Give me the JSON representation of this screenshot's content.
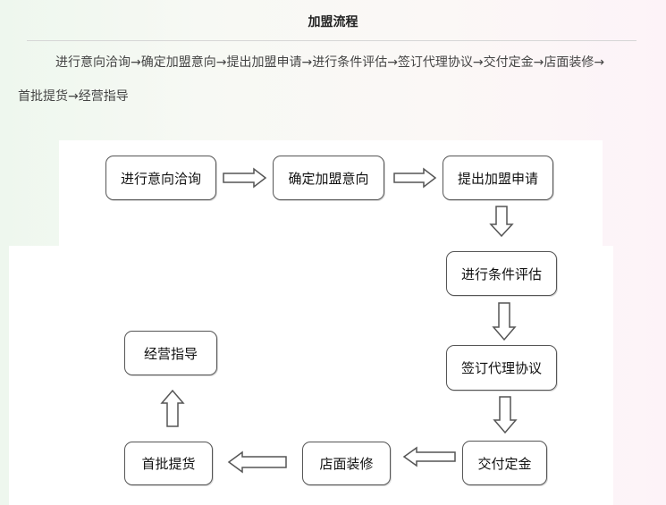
{
  "title": "加盟流程",
  "intro": {
    "line1": "进行意向洽询→确定加盟意向→提出加盟申请→进行条件评估→签订代理协议→交付定金→店面装修→",
    "line2": "首批提货→经营指导"
  },
  "flow": {
    "steps": [
      {
        "id": "inquiry",
        "label": "进行意向洽询"
      },
      {
        "id": "confirm",
        "label": "确定加盟意向"
      },
      {
        "id": "apply",
        "label": "提出加盟申请"
      },
      {
        "id": "evaluate",
        "label": "进行条件评估"
      },
      {
        "id": "agreement",
        "label": "签订代理协议"
      },
      {
        "id": "deposit",
        "label": "交付定金"
      },
      {
        "id": "decoration",
        "label": "店面装修"
      },
      {
        "id": "first-stock",
        "label": "首批提货"
      },
      {
        "id": "guidance",
        "label": "经营指导"
      }
    ]
  },
  "colors": {
    "border": "#555555",
    "text": "#111111"
  }
}
